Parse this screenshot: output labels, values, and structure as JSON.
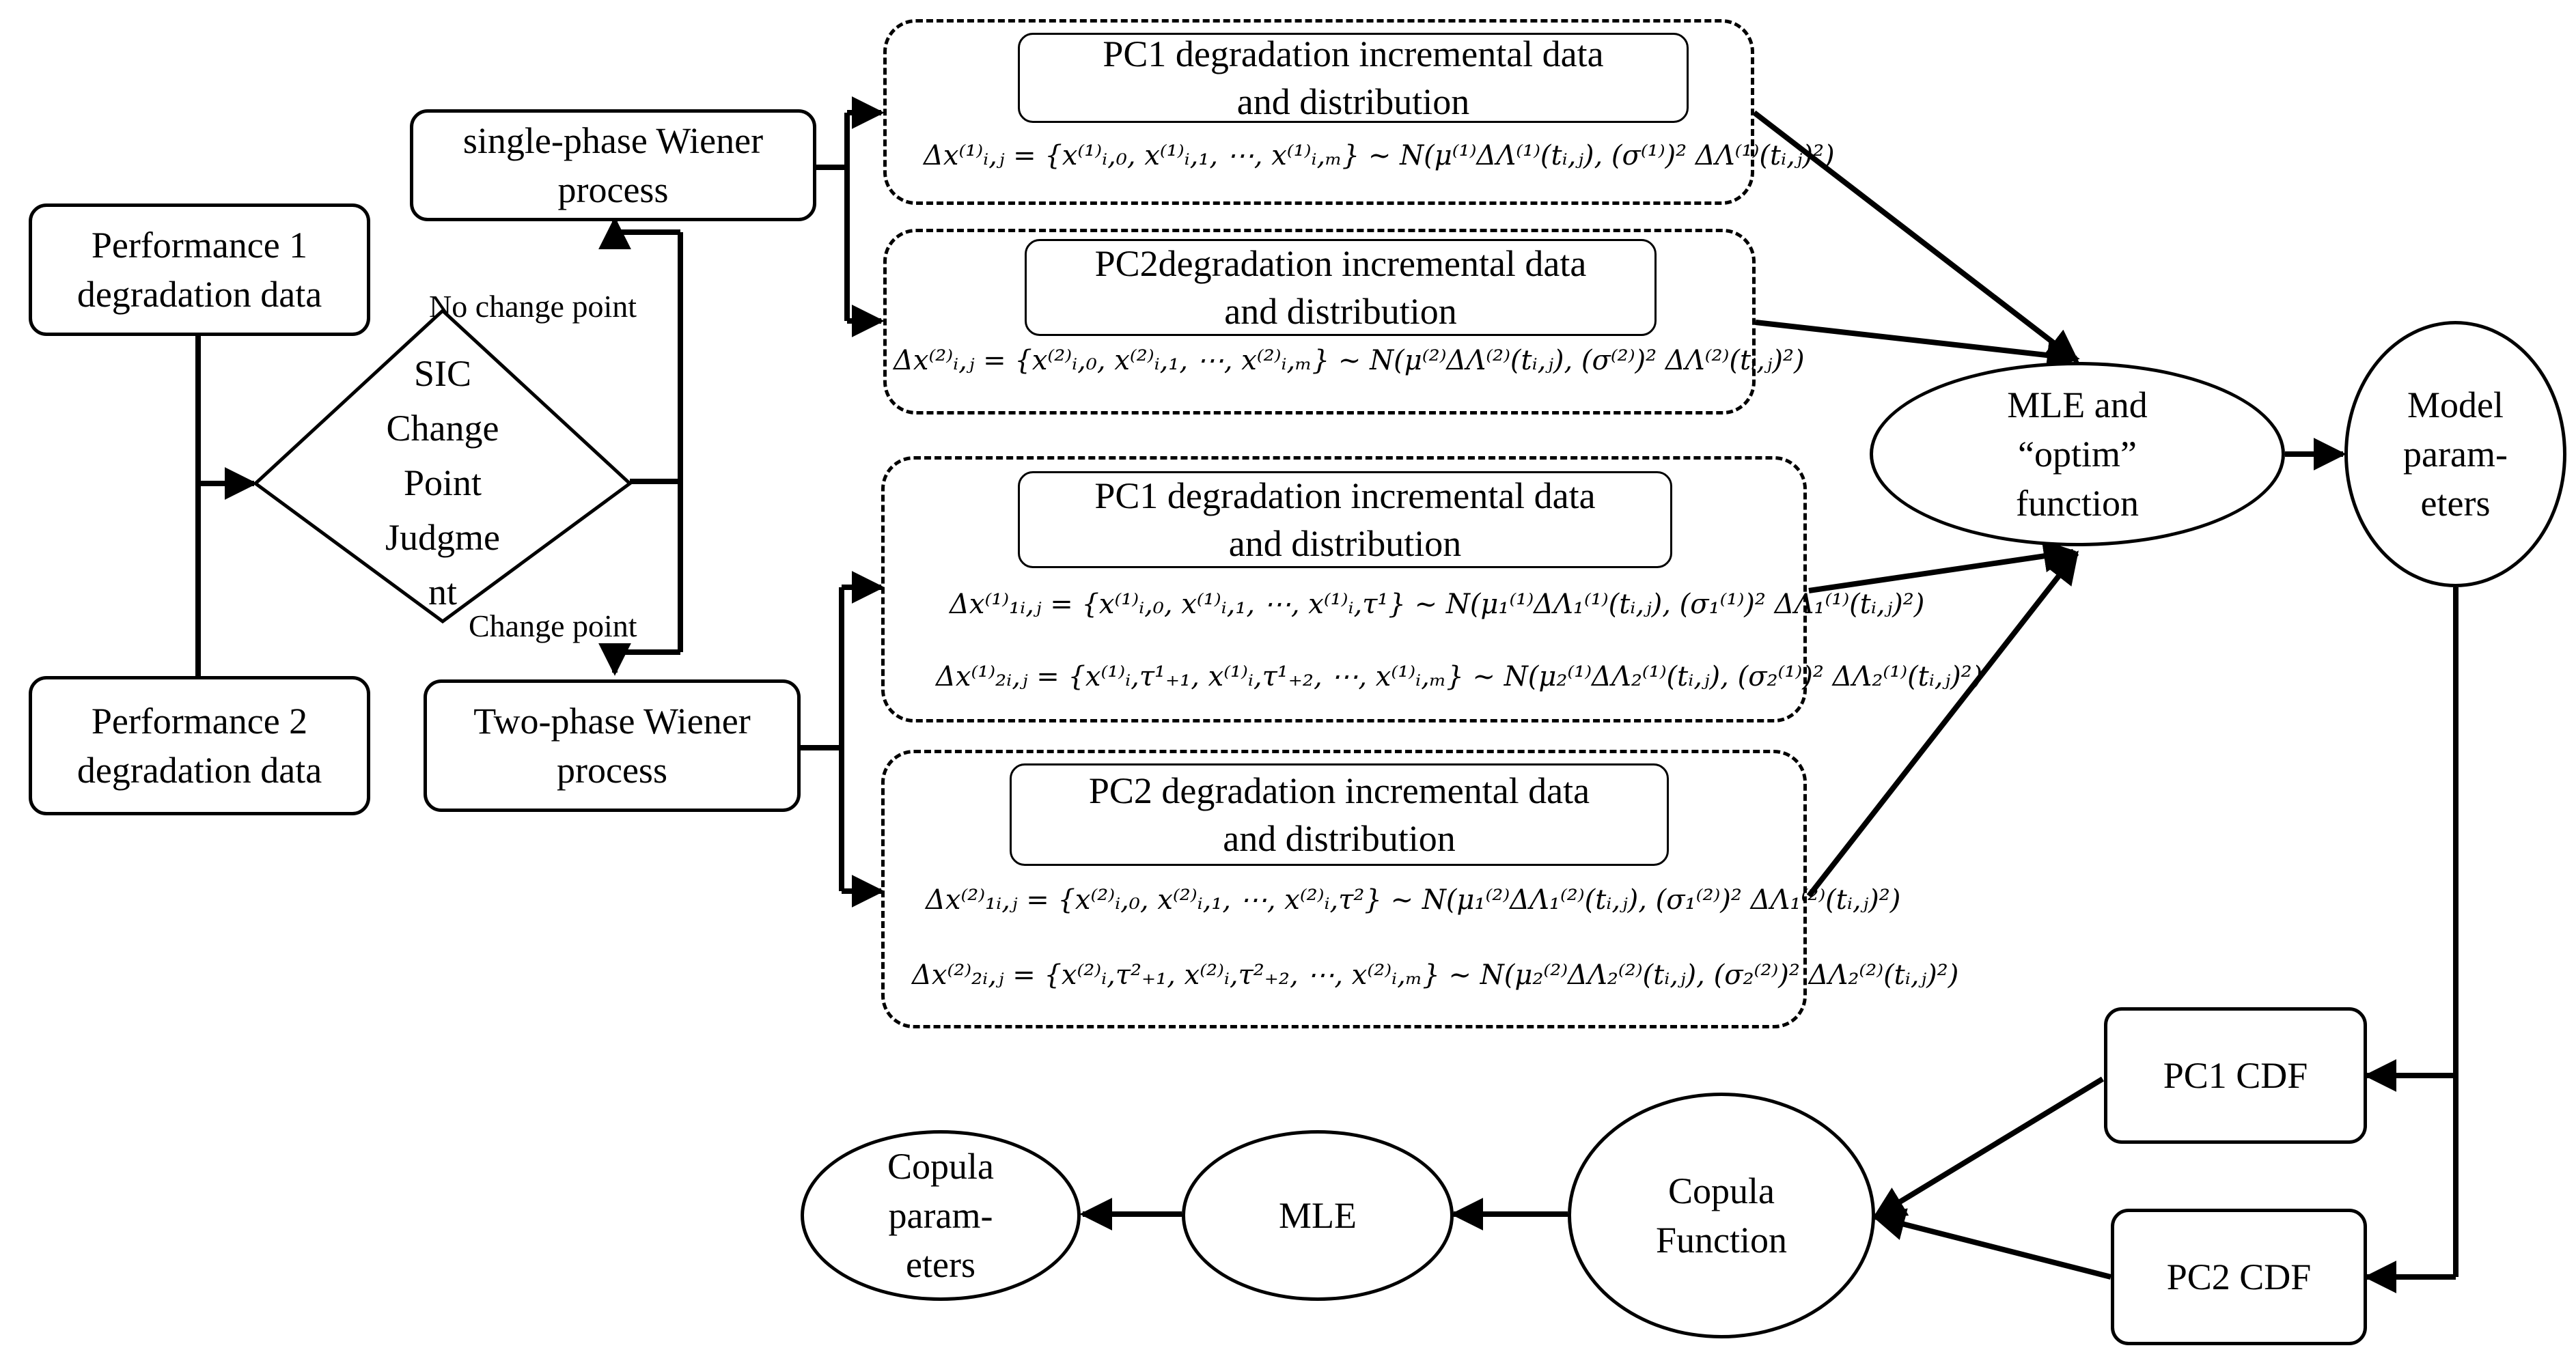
{
  "nodes": {
    "perf1": "Performance 1\ndegradation data",
    "perf2": "Performance 2\ndegradation data",
    "sic": "SIC\nChange\nPoint\nJudgme\nnt",
    "single": "single-phase Wiener\nprocess",
    "two": "Two-phase Wiener\nprocess",
    "mle_optim": "MLE and\n“optim”\nfunction",
    "model_params": "Model\nparam-\neters",
    "pc1_cdf": "PC1 CDF",
    "pc2_cdf": "PC2 CDF",
    "copula_func": "Copula\nFunction",
    "mle": "MLE",
    "copula_params": "Copula\nparam-\neters"
  },
  "edge_labels": {
    "no_change": "No change point",
    "change": "Change point"
  },
  "groups": {
    "g1": {
      "title": "PC1 degradation incremental data\nand distribution",
      "formulas": [
        "Δx⁽¹⁾ᵢ,ⱼ = {x⁽¹⁾ᵢ,₀, x⁽¹⁾ᵢ,₁, ⋯, x⁽¹⁾ᵢ,ₘ} ~ N(μ⁽¹⁾ΔΛ⁽¹⁾(tᵢ,ⱼ), (σ⁽¹⁾)² ΔΛ⁽¹⁾(tᵢ,ⱼ)²)"
      ]
    },
    "g2": {
      "title": "PC2degradation incremental data\nand distribution",
      "formulas": [
        "Δx⁽²⁾ᵢ,ⱼ = {x⁽²⁾ᵢ,₀, x⁽²⁾ᵢ,₁, ⋯, x⁽²⁾ᵢ,ₘ} ~ N(μ⁽²⁾ΔΛ⁽²⁾(tᵢ,ⱼ), (σ⁽²⁾)² ΔΛ⁽²⁾(tᵢ,ⱼ)²)"
      ]
    },
    "g3": {
      "title": "PC1 degradation incremental data\nand distribution",
      "formulas": [
        "Δx⁽¹⁾₁ᵢ,ⱼ = {x⁽¹⁾ᵢ,₀, x⁽¹⁾ᵢ,₁, ⋯, x⁽¹⁾ᵢ,τ¹} ~ N(μ₁⁽¹⁾ΔΛ₁⁽¹⁾(tᵢ,ⱼ), (σ₁⁽¹⁾)² ΔΛ₁⁽¹⁾(tᵢ,ⱼ)²)",
        "Δx⁽¹⁾₂ᵢ,ⱼ = {x⁽¹⁾ᵢ,τ¹₊₁, x⁽¹⁾ᵢ,τ¹₊₂, ⋯, x⁽¹⁾ᵢ,ₘ} ~ N(μ₂⁽¹⁾ΔΛ₂⁽¹⁾(tᵢ,ⱼ), (σ₂⁽¹⁾)² ΔΛ₂⁽¹⁾(tᵢ,ⱼ)²)"
      ]
    },
    "g4": {
      "title": "PC2 degradation incremental data\nand distribution",
      "formulas": [
        "Δx⁽²⁾₁ᵢ,ⱼ = {x⁽²⁾ᵢ,₀, x⁽²⁾ᵢ,₁, ⋯, x⁽²⁾ᵢ,τ²} ~ N(μ₁⁽²⁾ΔΛ₁⁽²⁾(tᵢ,ⱼ), (σ₁⁽²⁾)² ΔΛ₁⁽²⁾(tᵢ,ⱼ)²)",
        "Δx⁽²⁾₂ᵢ,ⱼ = {x⁽²⁾ᵢ,τ²₊₁, x⁽²⁾ᵢ,τ²₊₂, ⋯, x⁽²⁾ᵢ,ₘ} ~ N(μ₂⁽²⁾ΔΛ₂⁽²⁾(tᵢ,ⱼ), (σ₂⁽²⁾)² ΔΛ₂⁽²⁾(tᵢ,ⱼ)²)"
      ]
    }
  }
}
